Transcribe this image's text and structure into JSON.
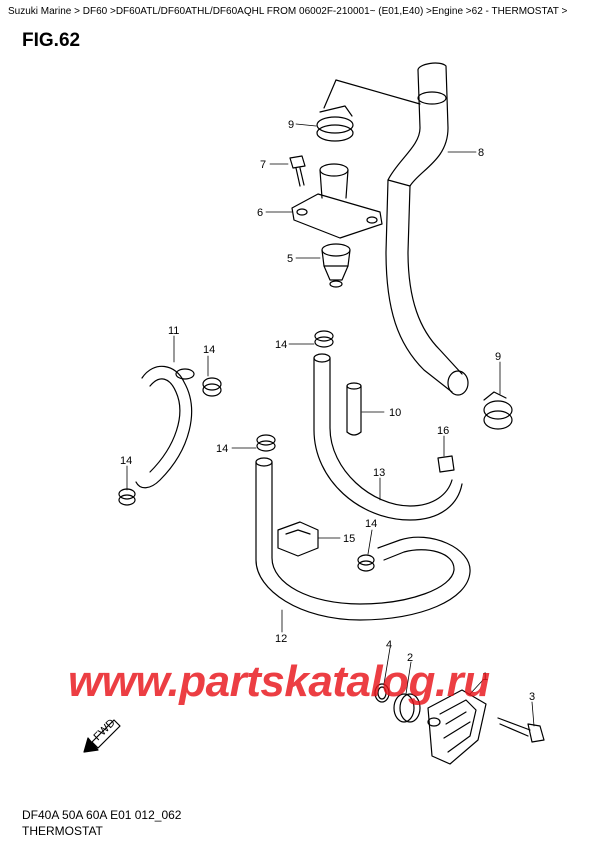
{
  "breadcrumb": {
    "text": "Suzuki Marine > DF60 >DF60ATL/DF60ATHL/DF60AQHL FROM 06002F-210001~ (E01,E40) >Engine >62 - THERMOSTAT >"
  },
  "figure": {
    "title": "FIG.62",
    "code": "DF40A 50A 60A E01 012_062",
    "name": "THERMOSTAT",
    "fwd_label": "FWD"
  },
  "watermark": {
    "text": "www.partskatalog.ru",
    "color": "#e8141b"
  },
  "callouts": [
    "1",
    "2",
    "3",
    "4",
    "5",
    "6",
    "7",
    "8",
    "9",
    "9",
    "10",
    "11",
    "12",
    "13",
    "14",
    "14",
    "14",
    "14",
    "14",
    "15",
    "16"
  ]
}
